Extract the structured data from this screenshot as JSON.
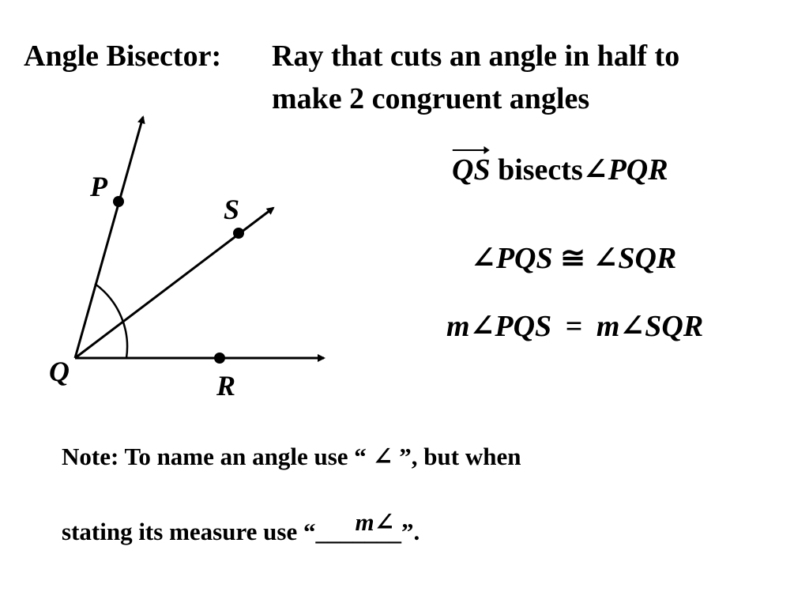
{
  "heading": {
    "term": "Angle Bisector:",
    "definition_line1": "Ray that cuts an angle in half to",
    "definition_line2": "make 2 congruent angles"
  },
  "diagram": {
    "points": {
      "P": "P",
      "S": "S",
      "Q": "Q",
      "R": "R"
    }
  },
  "statements": {
    "bisects": {
      "ray": "QS",
      "verb": "bisects",
      "angle_symbol": "∠",
      "angle": "PQR"
    },
    "congruent": {
      "sym1": "∠",
      "a1": "PQS",
      "cong": "≅",
      "sym2": "∠",
      "a2": "SQR"
    },
    "measure": {
      "m1": "m",
      "sym1": "∠",
      "a1": "PQS",
      "eq": "=",
      "m2": "m",
      "sym2": "∠",
      "a2": "SQR"
    }
  },
  "note": {
    "line1_before": "Note: To name an angle use “",
    "line1_symbol": "∠",
    "line1_after": "”, but when",
    "line2_before": "stating its measure use “",
    "line2_blank": "_______",
    "line2_answer": "m∠",
    "line2_after": "”."
  }
}
